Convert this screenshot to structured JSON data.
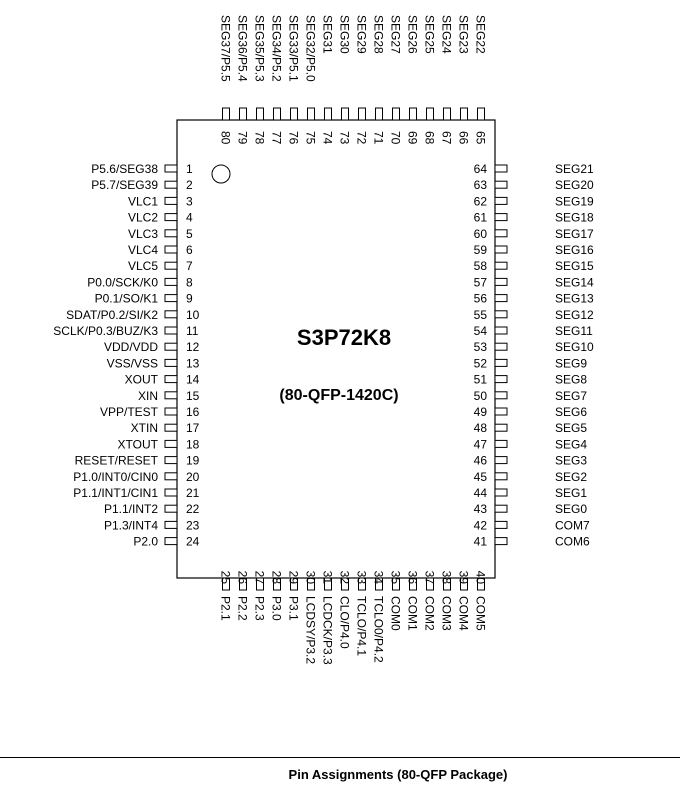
{
  "chip": {
    "name": "S3P72K8",
    "package": "(80-QFP-1420C)"
  },
  "caption": "Pin Assignments (80-QFP Package)",
  "pins": {
    "left": [
      {
        "num": "1",
        "label": "P5.6/SEG38"
      },
      {
        "num": "2",
        "label": "P5.7/SEG39"
      },
      {
        "num": "3",
        "label": "VLC1"
      },
      {
        "num": "4",
        "label": "VLC2"
      },
      {
        "num": "5",
        "label": "VLC3"
      },
      {
        "num": "6",
        "label": "VLC4"
      },
      {
        "num": "7",
        "label": "VLC5"
      },
      {
        "num": "8",
        "label": "P0.0/SCK/K0"
      },
      {
        "num": "9",
        "label": "P0.1/SO/K1"
      },
      {
        "num": "10",
        "label": "SDAT/P0.2/SI/K2"
      },
      {
        "num": "11",
        "label": "SCLK/P0.3/BUZ/K3"
      },
      {
        "num": "12",
        "label": "VDD/VDD"
      },
      {
        "num": "13",
        "label": "VSS/VSS"
      },
      {
        "num": "14",
        "label": "XOUT"
      },
      {
        "num": "15",
        "label": "XIN"
      },
      {
        "num": "16",
        "label": "VPP/TEST"
      },
      {
        "num": "17",
        "label": "XTIN"
      },
      {
        "num": "18",
        "label": "XTOUT"
      },
      {
        "num": "19",
        "label": "RESET/RESET"
      },
      {
        "num": "20",
        "label": "P1.0/INT0/CIN0"
      },
      {
        "num": "21",
        "label": "P1.1/INT1/CIN1"
      },
      {
        "num": "22",
        "label": "P1.1/INT2"
      },
      {
        "num": "23",
        "label": "P1.3/INT4"
      },
      {
        "num": "24",
        "label": "P2.0"
      }
    ],
    "right": [
      {
        "num": "64",
        "label": "SEG21"
      },
      {
        "num": "63",
        "label": "SEG20"
      },
      {
        "num": "62",
        "label": "SEG19"
      },
      {
        "num": "61",
        "label": "SEG18"
      },
      {
        "num": "60",
        "label": "SEG17"
      },
      {
        "num": "59",
        "label": "SEG16"
      },
      {
        "num": "58",
        "label": "SEG15"
      },
      {
        "num": "57",
        "label": "SEG14"
      },
      {
        "num": "56",
        "label": "SEG13"
      },
      {
        "num": "55",
        "label": "SEG12"
      },
      {
        "num": "54",
        "label": "SEG11"
      },
      {
        "num": "53",
        "label": "SEG10"
      },
      {
        "num": "52",
        "label": "SEG9"
      },
      {
        "num": "51",
        "label": "SEG8"
      },
      {
        "num": "50",
        "label": "SEG7"
      },
      {
        "num": "49",
        "label": "SEG6"
      },
      {
        "num": "48",
        "label": "SEG5"
      },
      {
        "num": "47",
        "label": "SEG4"
      },
      {
        "num": "46",
        "label": "SEG3"
      },
      {
        "num": "45",
        "label": "SEG2"
      },
      {
        "num": "44",
        "label": "SEG1"
      },
      {
        "num": "43",
        "label": "SEG0"
      },
      {
        "num": "42",
        "label": "COM7"
      },
      {
        "num": "41",
        "label": "COM6"
      }
    ],
    "top": [
      {
        "num": "80",
        "label": "SEG37/P5.5"
      },
      {
        "num": "79",
        "label": "SEG36/P5.4"
      },
      {
        "num": "78",
        "label": "SEG35/P5.3"
      },
      {
        "num": "77",
        "label": "SEG34/P5.2"
      },
      {
        "num": "76",
        "label": "SEG33/P5.1"
      },
      {
        "num": "75",
        "label": "SEG32/P5.0"
      },
      {
        "num": "74",
        "label": "SEG31"
      },
      {
        "num": "73",
        "label": "SEG30"
      },
      {
        "num": "72",
        "label": "SEG29"
      },
      {
        "num": "71",
        "label": "SEG28"
      },
      {
        "num": "70",
        "label": "SEG27"
      },
      {
        "num": "69",
        "label": "SEG26"
      },
      {
        "num": "68",
        "label": "SEG25"
      },
      {
        "num": "67",
        "label": "SEG24"
      },
      {
        "num": "66",
        "label": "SEG23"
      },
      {
        "num": "65",
        "label": "SEG22"
      }
    ],
    "bottom": [
      {
        "num": "25",
        "label": "P2.1"
      },
      {
        "num": "26",
        "label": "P2.2"
      },
      {
        "num": "27",
        "label": "P2.3"
      },
      {
        "num": "28",
        "label": "P3.0"
      },
      {
        "num": "29",
        "label": "P3.1"
      },
      {
        "num": "30",
        "label": "LCDSY/P3.2"
      },
      {
        "num": "31",
        "label": "LCDCK/P3.3"
      },
      {
        "num": "32",
        "label": "CLO/P4.0"
      },
      {
        "num": "33",
        "label": "TCLO/P4.1"
      },
      {
        "num": "34",
        "label": "TCLO0/P4.2"
      },
      {
        "num": "35",
        "label": "COM0"
      },
      {
        "num": "36",
        "label": "COM1"
      },
      {
        "num": "37",
        "label": "COM2"
      },
      {
        "num": "38",
        "label": "COM3"
      },
      {
        "num": "39",
        "label": "COM4"
      },
      {
        "num": "40",
        "label": "COM5"
      }
    ]
  }
}
